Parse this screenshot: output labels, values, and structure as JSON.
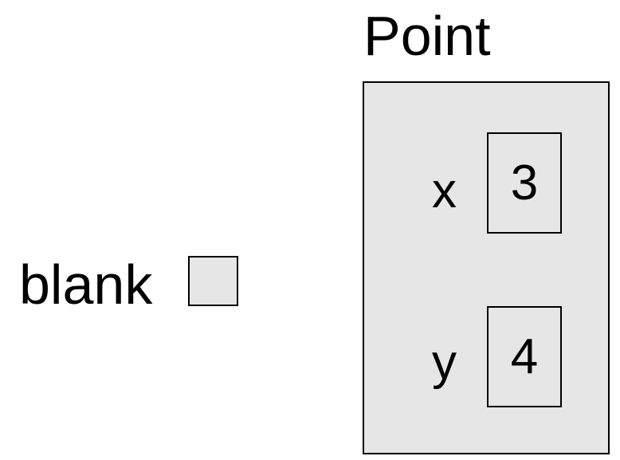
{
  "variable": {
    "name": "blank"
  },
  "object": {
    "class_name": "Point",
    "fields": [
      {
        "name": "x",
        "value": "3"
      },
      {
        "name": "y",
        "value": "4"
      }
    ]
  },
  "colors": {
    "box_fill": "#e6e6e6",
    "stroke": "#000000",
    "background": "#ffffff"
  }
}
